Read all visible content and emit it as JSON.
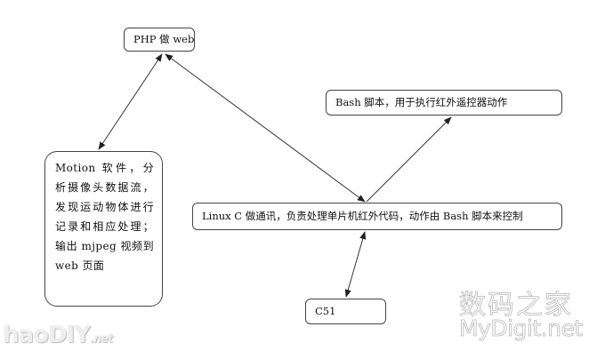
{
  "diagram": {
    "nodes": {
      "php": "PHP 做 web",
      "bash": "Bash 脚本，用于执行红外遥控器动作",
      "motion": "Motion 软件，分析摄像头数据流，发现运动物体进行记录和相应处理；输出 mjpeg 视频到 web 页面",
      "linux": "Linux C 做通讯，负责处理单片机红外代码，动作由 Bash 脚本来控制",
      "c51": "C51"
    },
    "edges": [
      {
        "from": "php",
        "to": "motion",
        "arrows": "both"
      },
      {
        "from": "php",
        "to": "linux",
        "arrows": "both"
      },
      {
        "from": "linux",
        "to": "bash",
        "arrows": "forward"
      },
      {
        "from": "linux",
        "to": "c51",
        "arrows": "both"
      }
    ],
    "colors": {
      "stroke": "#444444",
      "background": "#ffffff"
    }
  },
  "watermarks": {
    "mydigit_cn": "数码之家",
    "mydigit_en": "MyDigit.net",
    "haodiy": "haoDIY",
    "haodiy_suffix": ".net"
  }
}
